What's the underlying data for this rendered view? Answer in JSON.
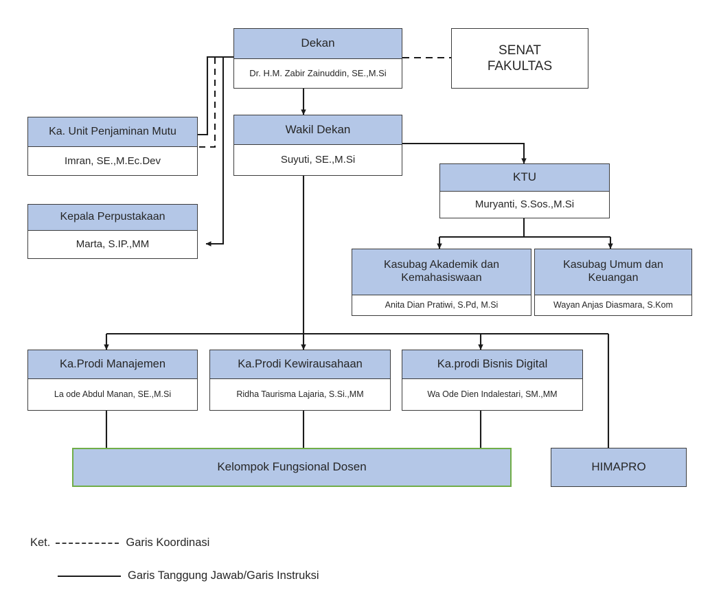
{
  "chart_data": {
    "type": "diagram",
    "title": "Struktur Organisasi Fakultas",
    "colors": {
      "node_fill": "#b4c7e7",
      "node_border": "#3b3b3b",
      "highlight_border": "#70ad47",
      "line": "#1a1a1a",
      "text": "#262626"
    },
    "nodes": [
      {
        "id": "dekan",
        "title": "Dekan",
        "name": "Dr. H.M. Zabir Zainuddin, SE.,M.Si"
      },
      {
        "id": "senat",
        "title": "SENAT\nFAKULTAS",
        "name": ""
      },
      {
        "id": "mutu",
        "title": "Ka. Unit Penjaminan Mutu",
        "name": "Imran, SE.,M.Ec.Dev"
      },
      {
        "id": "wakil",
        "title": "Wakil Dekan",
        "name": "Suyuti, SE.,M.Si"
      },
      {
        "id": "perpustakaan",
        "title": "Kepala Perpustakaan",
        "name": "Marta, S.IP.,MM"
      },
      {
        "id": "ktu",
        "title": "KTU",
        "name": "Muryanti, S.Sos.,M.Si"
      },
      {
        "id": "kasubag_akad",
        "title": "Kasubag Akademik dan Kemahasiswaan",
        "name": "Anita Dian Pratiwi, S.Pd, M.Si"
      },
      {
        "id": "kasubag_umum",
        "title": "Kasubag Umum dan Keuangan",
        "name": "Wayan Anjas Diasmara, S.Kom"
      },
      {
        "id": "prodi_mnj",
        "title": "Ka.Prodi Manajemen",
        "name": "La ode Abdul Manan, SE.,M.Si"
      },
      {
        "id": "prodi_kwu",
        "title": "Ka.Prodi Kewirausahaan",
        "name": "Ridha Taurisma Lajaria, S.Si.,MM"
      },
      {
        "id": "prodi_bd",
        "title": "Ka.prodi Bisnis Digital",
        "name": "Wa Ode Dien Indalestari, SM.,MM"
      },
      {
        "id": "dosen",
        "title": "Kelompok Fungsional Dosen",
        "name": ""
      },
      {
        "id": "himapro",
        "title": "HIMAPRO",
        "name": ""
      }
    ],
    "edges": [
      {
        "from": "dekan",
        "to": "senat",
        "style": "dashed",
        "label": "Garis Koordinasi"
      },
      {
        "from": "dekan",
        "to": "mutu",
        "style": "dashed",
        "label": "Garis Koordinasi"
      },
      {
        "from": "dekan",
        "to": "mutu",
        "style": "solid",
        "label": "Garis Tanggung Jawab/Garis Instruksi"
      },
      {
        "from": "dekan",
        "to": "wakil",
        "style": "solid",
        "label": "Garis Tanggung Jawab/Garis Instruksi"
      },
      {
        "from": "dekan",
        "to": "perpustakaan",
        "style": "solid",
        "label": "Garis Tanggung Jawab/Garis Instruksi"
      },
      {
        "from": "wakil",
        "to": "ktu",
        "style": "solid",
        "label": "Garis Tanggung Jawab/Garis Instruksi"
      },
      {
        "from": "ktu",
        "to": "kasubag_akad",
        "style": "solid",
        "label": "Garis Tanggung Jawab/Garis Instruksi"
      },
      {
        "from": "ktu",
        "to": "kasubag_umum",
        "style": "solid",
        "label": "Garis Tanggung Jawab/Garis Instruksi"
      },
      {
        "from": "wakil",
        "to": "prodi_mnj",
        "style": "solid",
        "label": "Garis Tanggung Jawab/Garis Instruksi"
      },
      {
        "from": "wakil",
        "to": "prodi_kwu",
        "style": "solid",
        "label": "Garis Tanggung Jawab/Garis Instruksi"
      },
      {
        "from": "wakil",
        "to": "prodi_bd",
        "style": "solid",
        "label": "Garis Tanggung Jawab/Garis Instruksi"
      },
      {
        "from": "wakil",
        "to": "himapro",
        "style": "solid",
        "label": "Garis Tanggung Jawab/Garis Instruksi"
      },
      {
        "from": "prodi_mnj",
        "to": "dosen",
        "style": "solid",
        "label": "Garis Tanggung Jawab/Garis Instruksi"
      },
      {
        "from": "prodi_kwu",
        "to": "dosen",
        "style": "solid",
        "label": "Garis Tanggung Jawab/Garis Instruksi"
      },
      {
        "from": "prodi_bd",
        "to": "dosen",
        "style": "solid",
        "label": "Garis Tanggung Jawab/Garis Instruksi"
      }
    ]
  },
  "nodes": {
    "dekan": {
      "title": "Dekan",
      "name": "Dr. H.M. Zabir Zainuddin, SE.,M.Si"
    },
    "senat": {
      "line1": "SENAT",
      "line2": "FAKULTAS"
    },
    "mutu": {
      "title": "Ka. Unit Penjaminan Mutu",
      "name": "Imran, SE.,M.Ec.Dev"
    },
    "wakil": {
      "title": "Wakil Dekan",
      "name": "Suyuti, SE.,M.Si"
    },
    "perpustakaan": {
      "title": "Kepala Perpustakaan",
      "name": "Marta, S.IP.,MM"
    },
    "ktu": {
      "title": "KTU",
      "name": "Muryanti, S.Sos.,M.Si"
    },
    "kasubag_akad": {
      "title": "Kasubag Akademik dan Kemahasiswaan",
      "name": "Anita Dian Pratiwi, S.Pd, M.Si"
    },
    "kasubag_umum": {
      "title": "Kasubag Umum dan Keuangan",
      "name": "Wayan Anjas Diasmara, S.Kom"
    },
    "prodi_mnj": {
      "title": "Ka.Prodi Manajemen",
      "name": "La ode Abdul Manan, SE.,M.Si"
    },
    "prodi_kwu": {
      "title": "Ka.Prodi Kewirausahaan",
      "name": "Ridha Taurisma Lajaria, S.Si.,MM"
    },
    "prodi_bd": {
      "title": "Ka.prodi Bisnis Digital",
      "name": "Wa Ode Dien Indalestari, SM.,MM"
    },
    "dosen": {
      "title": "Kelompok Fungsional Dosen"
    },
    "himapro": {
      "title": "HIMAPRO"
    }
  },
  "legend": {
    "lead": "Ket.",
    "coordination_label": "Garis Koordinasi",
    "instruction_label": "Garis Tanggung Jawab/Garis Instruksi"
  }
}
